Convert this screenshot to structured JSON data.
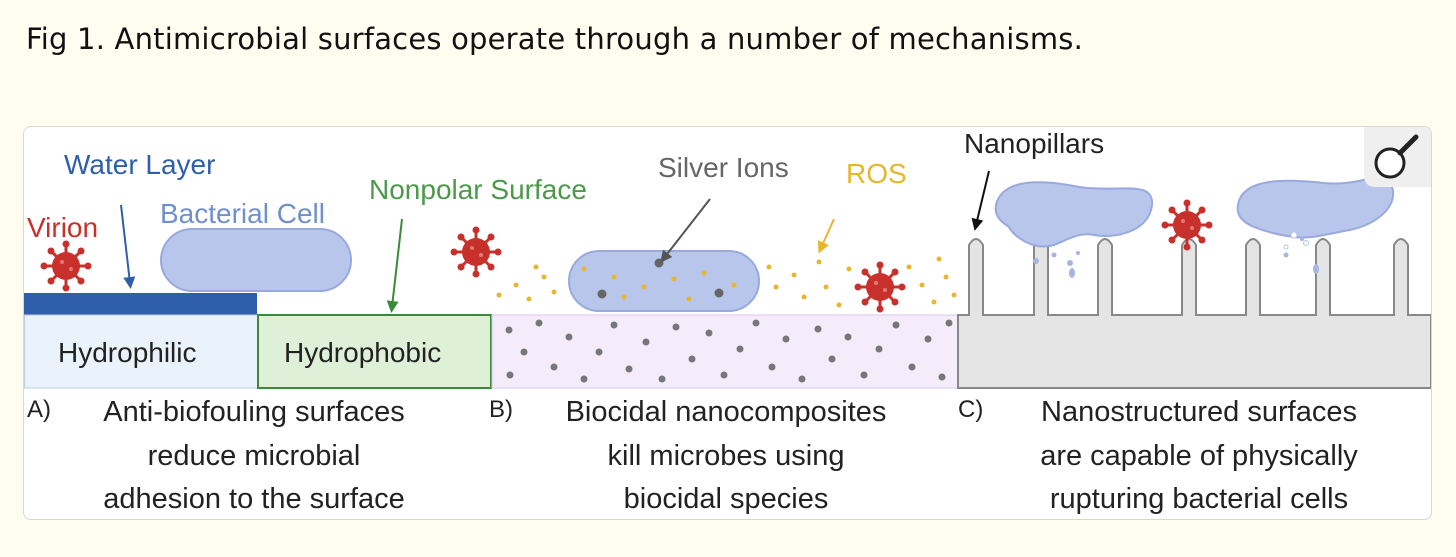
{
  "caption": "Fig 1. Antimicrobial surfaces operate through a number of mechanisms.",
  "labels": {
    "water_layer": "Water Layer",
    "virion": "Virion",
    "bacterial_cell": "Bacterial Cell",
    "nonpolar_surface": "Nonpolar Surface",
    "silver_ions": "Silver Ions",
    "ros": "ROS",
    "nanopillars": "Nanopillars",
    "hydrophilic": "Hydrophilic",
    "hydrophobic": "Hydrophobic"
  },
  "panels": [
    {
      "letter": "A)",
      "lines": [
        "Anti-biofouling surfaces",
        "reduce microbial",
        "adhesion to the surface"
      ]
    },
    {
      "letter": "B)",
      "lines": [
        "Biocidal nanocomposites",
        "kill microbes using",
        "biocidal species"
      ]
    },
    {
      "letter": "C)",
      "lines": [
        "Nanostructured surfaces",
        "are capable of physically",
        "rupturing bacterial cells"
      ]
    }
  ],
  "colors": {
    "water": "#2f5faa",
    "hydrophilic_fill": "#eaf3fb",
    "hydrophobic_fill": "#dff0d8",
    "hydrophobic_border": "#3a8a3a",
    "nonpolar_text": "#4a9a4a",
    "nano_fill": "#f4ecfb",
    "virus": "#c8302c",
    "cell": "#b9c6ec",
    "ros": "#e8b62e",
    "pillar_bg": "#e4e4e4"
  },
  "icons": {
    "zoom": "magnifier-icon"
  }
}
